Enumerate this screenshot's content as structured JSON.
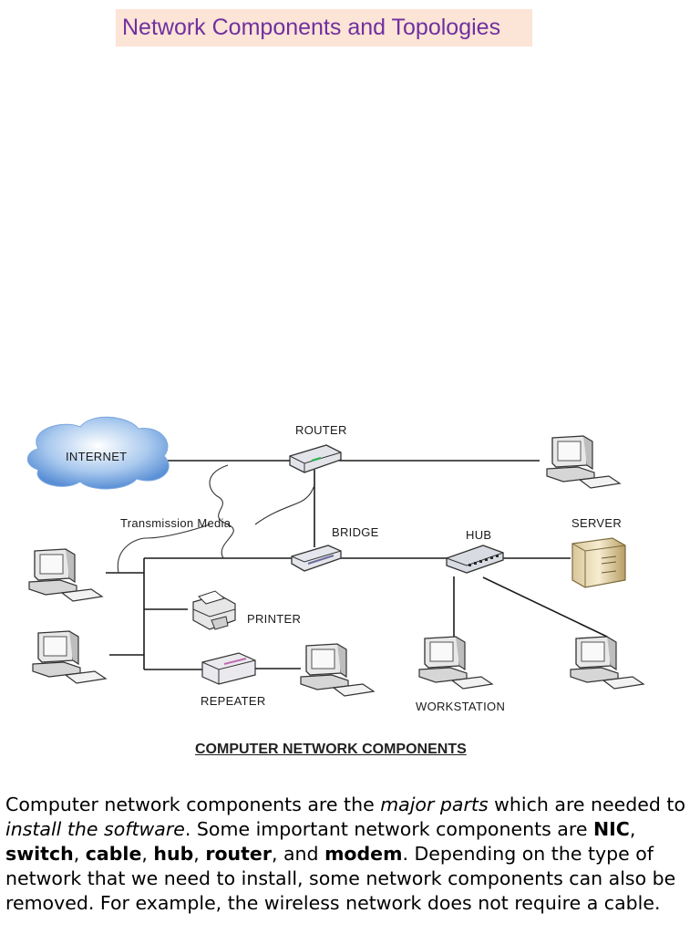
{
  "title": "Network Components and Topologies",
  "diagram": {
    "labels": {
      "internet": "INTERNET",
      "router": "ROUTER",
      "transmission_media": "Transmission Media",
      "bridge": "BRIDGE",
      "hub": "HUB",
      "server": "SERVER",
      "printer": "PRINTER",
      "repeater": "REPEATER",
      "workstation": "WORKSTATION"
    },
    "caption": "COMPUTER NETWORK COMPONENTS"
  },
  "paragraph": {
    "p1": "Computer network components are the ",
    "p2": "major parts",
    "p3": " which are needed to ",
    "p4": "install the software",
    "p5": ". Some important network components are ",
    "p6": "NIC",
    "p7": ", ",
    "p8": "switch",
    "p9": ", ",
    "p10": "cable",
    "p11": ", ",
    "p12": "hub",
    "p13": ", ",
    "p14": "router",
    "p15": ", and ",
    "p16": "modem",
    "p17": ". Depending on the type of network that we need to install, some network components can also be removed. For example, the wireless network does not require a cable."
  }
}
